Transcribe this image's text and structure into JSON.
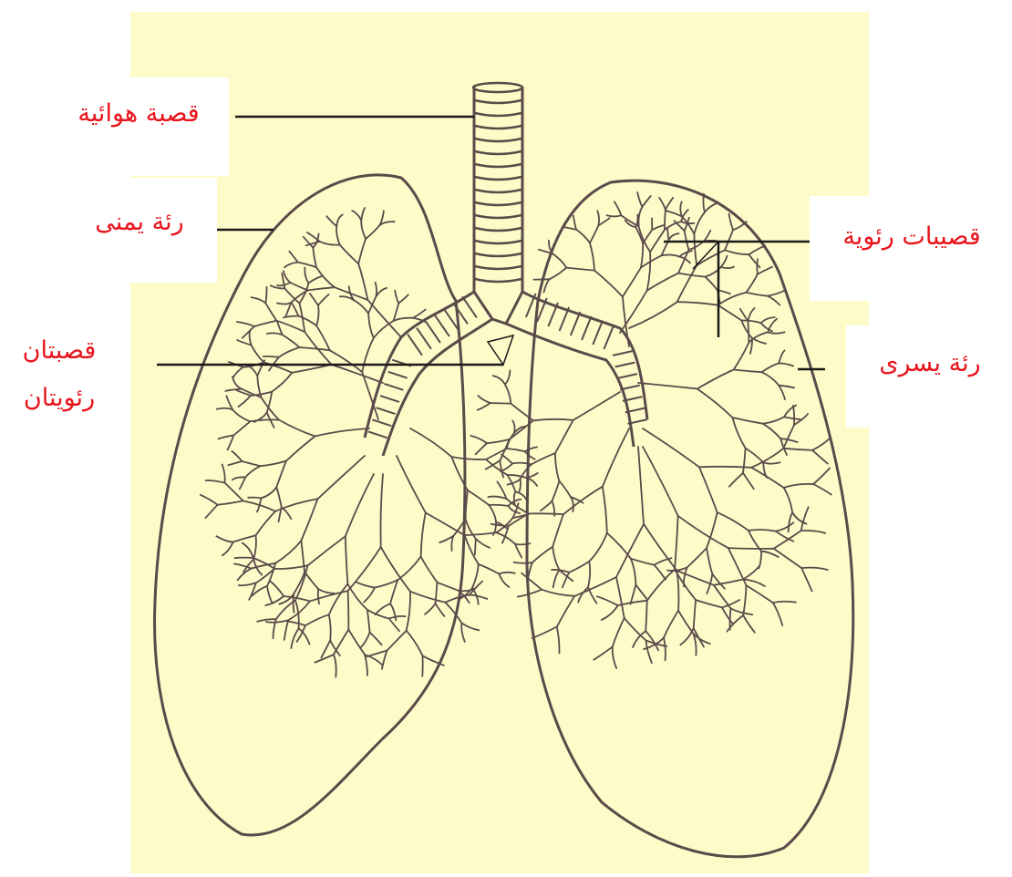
{
  "labels": {
    "trachea": "قصبة هوائية",
    "right_lung": "رئة يمنى",
    "bronchioles": "قصيبات رئوية",
    "bronchi_line1": "قصبتان",
    "bronchi_line2": "رئويتان",
    "left_lung": "رئة يسرى"
  },
  "colors": {
    "background_panel": "#fdfbc8",
    "label_text": "#e8141c",
    "outline": "#5a4a4a",
    "leader_line": "#1a1a1a"
  }
}
